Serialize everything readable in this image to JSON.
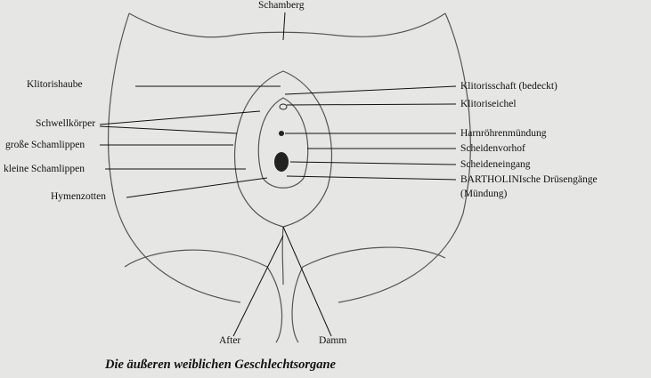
{
  "labels": {
    "top": "Schamberg",
    "left": [
      "Klitorishaube",
      "Schwellkörper",
      "große Schamlippen",
      "kleine Schamlippen",
      "Hymenzotten"
    ],
    "right": [
      "Klitorisschaft (bedeckt)",
      "Klitoriseichel",
      "Harnröhrenmündung",
      "Scheidenvorhof",
      "Scheideneingang",
      "BARTHOLINIsche Drüsengänge",
      "(Mündung)"
    ],
    "bottom": [
      "After",
      "Damm"
    ]
  },
  "caption": "Die äußeren weiblichen Geschlechtsorgane"
}
